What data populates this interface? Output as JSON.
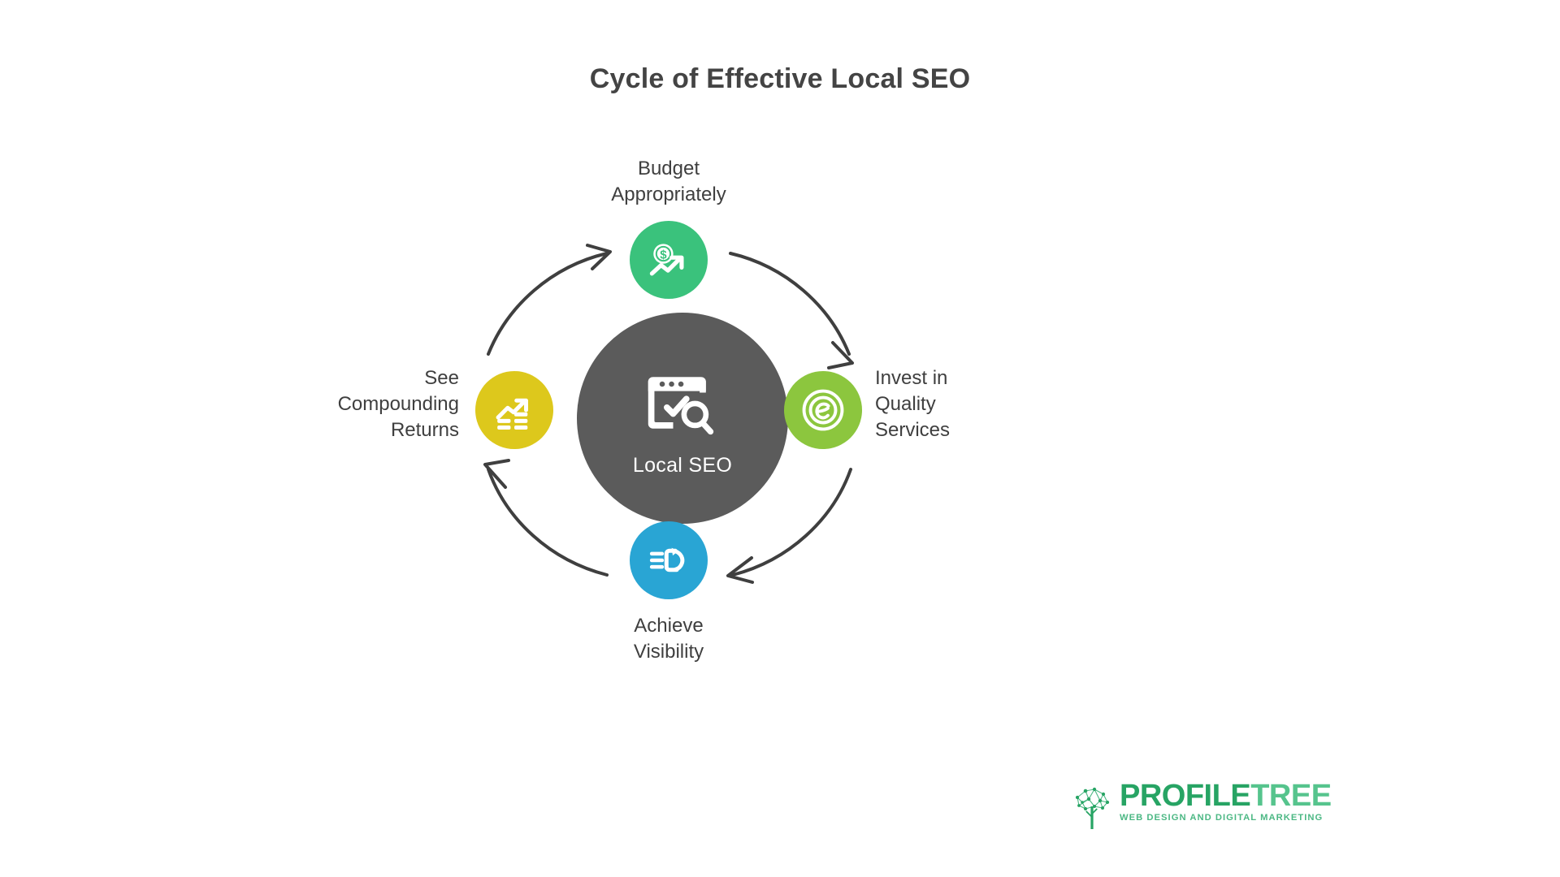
{
  "page": {
    "title": "Cycle of Effective Local SEO",
    "background_color": "#ffffff"
  },
  "diagram": {
    "type": "cycle",
    "direction": "clockwise",
    "center": {
      "label": "Local SEO",
      "color": "#5b5b5b",
      "text_color": "#ffffff",
      "icon": "browser-window-check-search-icon"
    },
    "nodes": [
      {
        "id": "budget",
        "label": "Budget\nAppropriately",
        "position": "top",
        "color": "#3ac27c",
        "icon": "money-growth-icon",
        "order": 1
      },
      {
        "id": "invest",
        "label": "Invest in\nQuality\nServices",
        "position": "right",
        "color": "#8cc63e",
        "icon": "e-target-icon",
        "order": 2
      },
      {
        "id": "visibility",
        "label": "Achieve\nVisibility",
        "position": "bottom",
        "color": "#29a5d4",
        "icon": "visibility-beam-icon",
        "order": 3
      },
      {
        "id": "returns",
        "label": "See\nCompounding\nReturns",
        "position": "left",
        "color": "#ddc81c",
        "icon": "growth-chart-bars-icon",
        "order": 4
      }
    ],
    "arrows": [
      {
        "from": "budget",
        "to": "invest",
        "color": "#3f3f3f"
      },
      {
        "from": "invest",
        "to": "visibility",
        "color": "#3f3f3f"
      },
      {
        "from": "visibility",
        "to": "returns",
        "color": "#3f3f3f"
      },
      {
        "from": "returns",
        "to": "budget",
        "color": "#3f3f3f"
      }
    ]
  },
  "logo": {
    "word_primary": "PROFILE",
    "word_secondary": "TREE",
    "tagline": "WEB DESIGN AND DIGITAL MARKETING",
    "mark": "network-tree-icon",
    "primary_color": "#27a464",
    "secondary_color": "#56c48d"
  }
}
